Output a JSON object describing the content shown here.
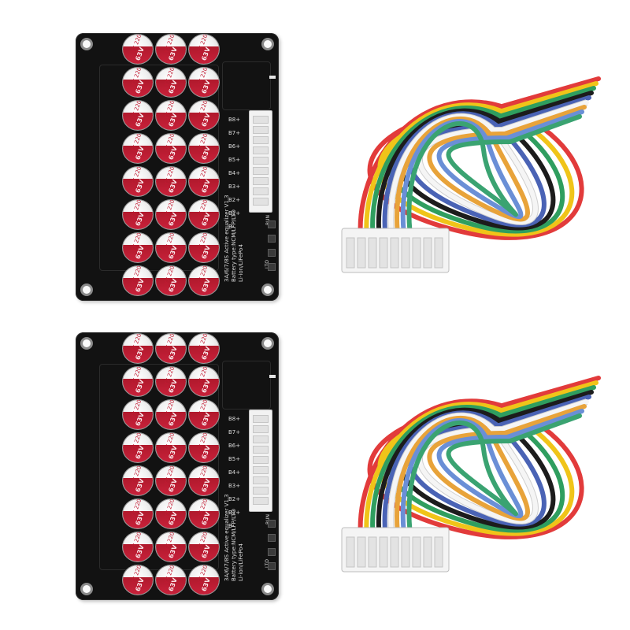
{
  "boards": [
    {
      "id": "top",
      "capacitor_marking": [
        "YX",
        "2200",
        "63V"
      ],
      "capacitor_grid": {
        "rows": 8,
        "columns": 3
      },
      "pin_labels": [
        "B8+",
        "B7+",
        "B6+",
        "B5+",
        "B4+",
        "B3+",
        "B2+",
        "B1+",
        "B-"
      ],
      "silkscreen_lines": [
        "3A/6/7/8S Active equalizer V1.3",
        "Battery type:NCM/LFP/LTO",
        "Li-ion/LiFePo4"
      ],
      "silkscreen_small": [
        "RUN",
        "LTO"
      ]
    },
    {
      "id": "bottom",
      "capacitor_marking": [
        "YX",
        "2200",
        "63V"
      ],
      "capacitor_grid": {
        "rows": 8,
        "columns": 3
      },
      "pin_labels": [
        "B8+",
        "B7+",
        "B6+",
        "B5+",
        "B4+",
        "B3+",
        "B2+",
        "B1+",
        "B-"
      ],
      "silkscreen_lines": [
        "3A/6/7/8S Active equalizer V1.3",
        "Battery type:NCM/LFP/LTO",
        "Li-ion/LiFePo4"
      ],
      "silkscreen_small": [
        "RUN",
        "LTO"
      ]
    }
  ],
  "harness_wire_colors": [
    "#e23b3b",
    "#f0c419",
    "#2f9e5f",
    "#1c1c1c",
    "#4a63b5",
    "#f5f5f5",
    "#e8a33a",
    "#6a8fd6",
    "#3aa371"
  ]
}
